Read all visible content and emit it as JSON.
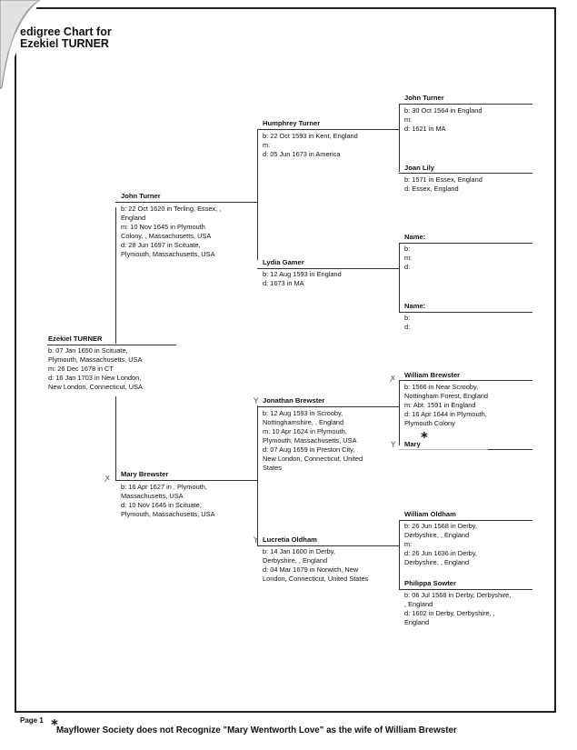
{
  "title": {
    "line1": "edigree Chart for",
    "line2": "Ezekiel TURNER"
  },
  "persons": {
    "p1": {
      "name": "Ezekiel TURNER",
      "lines": [
        "b: 07 Jan 1650 in Scituate,",
        "Plymouth, Massachusetts, USA",
        "m: 26 Dec 1678 in CT",
        "d: 16 Jan 1703 in New London,",
        "New London, Connecticut, USA"
      ]
    },
    "p2": {
      "name": "John Turner",
      "lines": [
        "b: 22 Oct 1620 in Terling, Essex, ,",
        "England",
        "m: 10 Nov 1645 in Plymouth",
        "Colony, , Massachusetts, USA",
        "d: 28 Jun 1697 in Scituate,",
        "Plymouth, Massachusetts, USA"
      ]
    },
    "p3": {
      "name": "Mary Brewster",
      "lines": [
        "b: 16 Apr 1627 in , Plymouth,",
        "Massachusetts, USA",
        "d: 10 Nov 1645 in Scituate,",
        "Plymouth, Massachusetts, USA"
      ]
    },
    "p4": {
      "name": "Humphrey Turner",
      "lines": [
        "b: 22 Oct 1593 in Kent, England",
        "m:",
        "d: 05 Jun 1673 in America"
      ]
    },
    "p5": {
      "name": "Lydia Gamer",
      "lines": [
        "b: 12 Aug 1593 in England",
        "d: 1673 in MA"
      ]
    },
    "p6": {
      "name": "Jonathan Brewster",
      "lines": [
        "b: 12 Aug 1593 in Scrooby,",
        "Nottinghamshire, , England",
        "m: 10 Apr 1624 in Plymouth,",
        "Plymouth, Massachusetts, USA",
        "d: 07 Aug 1659 in Preston City,",
        "New London, Connecticut, United",
        "States"
      ]
    },
    "p7": {
      "name": "Lucretia Oldham",
      "lines": [
        "b: 14 Jan 1600 in Derby,",
        "Derbyshire, , England",
        "d: 04 Mar 1679 in Norwich, New",
        "London, Connecticut, United States"
      ]
    },
    "p8": {
      "name": "John Turner",
      "lines": [
        "b: 30 Oct 1564 in England",
        "m:",
        "d: 1621 in MA"
      ]
    },
    "p9": {
      "name": "Joan Lily",
      "lines": [
        "b: 1571 in Essex, England",
        "d: Essex, England"
      ]
    },
    "p10": {
      "name": "Name:",
      "lines": [
        "b:",
        "m:",
        "d:"
      ]
    },
    "p11": {
      "name": "Name:",
      "lines": [
        "b:",
        "d:"
      ]
    },
    "p12": {
      "name": "William Brewster",
      "lines": [
        "b: 1566 in Near Scrooby,",
        "Nottingham Forest, England",
        "m: Abt. 1591 in England",
        "d: 16 Apr 1644 in Plymouth,",
        "Plymouth Colony"
      ]
    },
    "p13": {
      "name": "Mary",
      "lines": []
    },
    "p14": {
      "name": "William Oldham",
      "lines": [
        "b: 26 Jun 1568 in Derby,",
        "Derbyshire, , England",
        "m:",
        "d: 26 Jun 1636 in Derby,",
        "Derbyshire, , England"
      ]
    },
    "p15": {
      "name": "Philippa Sowter",
      "lines": [
        "b: 06 Jul 1568 in Derby, Derbyshire,",
        ", England",
        "d: 1602 in Derby, Derbyshire, ,",
        "England"
      ]
    }
  },
  "footer": {
    "page": "Page 1",
    "asterisk": "*",
    "note": "Mayflower Society does not Recognize \"Mary Wentworth Love\" as the wife of William Brewster"
  }
}
